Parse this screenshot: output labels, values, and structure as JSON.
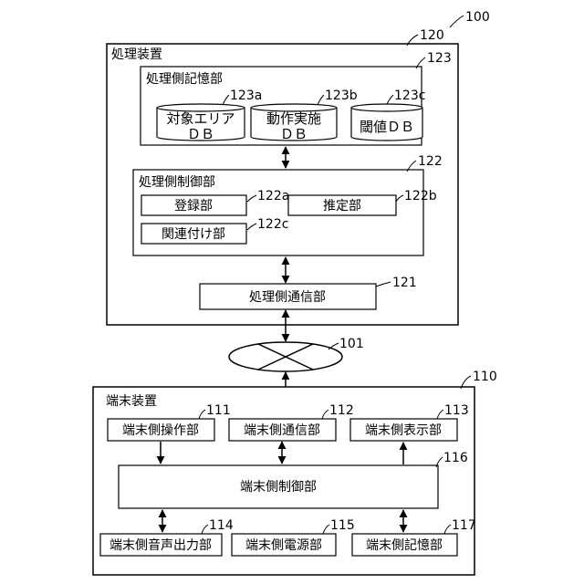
{
  "system": {
    "ref": "100"
  },
  "processing_device": {
    "title": "処理装置",
    "ref": "120",
    "storage": {
      "title": "処理側記憶部",
      "ref": "123",
      "databases": [
        {
          "line1": "対象エリア",
          "line2": "ＤＢ",
          "ref": "123a"
        },
        {
          "line1": "動作実施",
          "line2": "ＤＢ",
          "ref": "123b"
        },
        {
          "line1": "閾値ＤＢ",
          "line2": "",
          "ref": "123c"
        }
      ]
    },
    "control": {
      "title": "処理側制御部",
      "ref": "122",
      "registration": {
        "label": "登録部",
        "ref": "122a"
      },
      "estimation": {
        "label": "推定部",
        "ref": "122b"
      },
      "association": {
        "label": "関連付け部",
        "ref": "122c"
      }
    },
    "communication": {
      "label": "処理側通信部",
      "ref": "121"
    }
  },
  "network": {
    "ref": "101"
  },
  "terminal_device": {
    "title": "端末装置",
    "ref": "110",
    "operation": {
      "label": "端末側操作部",
      "ref": "111"
    },
    "communication": {
      "label": "端末側通信部",
      "ref": "112"
    },
    "display": {
      "label": "端末側表示部",
      "ref": "113"
    },
    "control": {
      "label": "端末側制御部",
      "ref": "116"
    },
    "audio_output": {
      "label": "端末側音声出力部",
      "ref": "114"
    },
    "power": {
      "label": "端末側電源部",
      "ref": "115"
    },
    "storage": {
      "label": "端末側記憶部",
      "ref": "117"
    }
  }
}
